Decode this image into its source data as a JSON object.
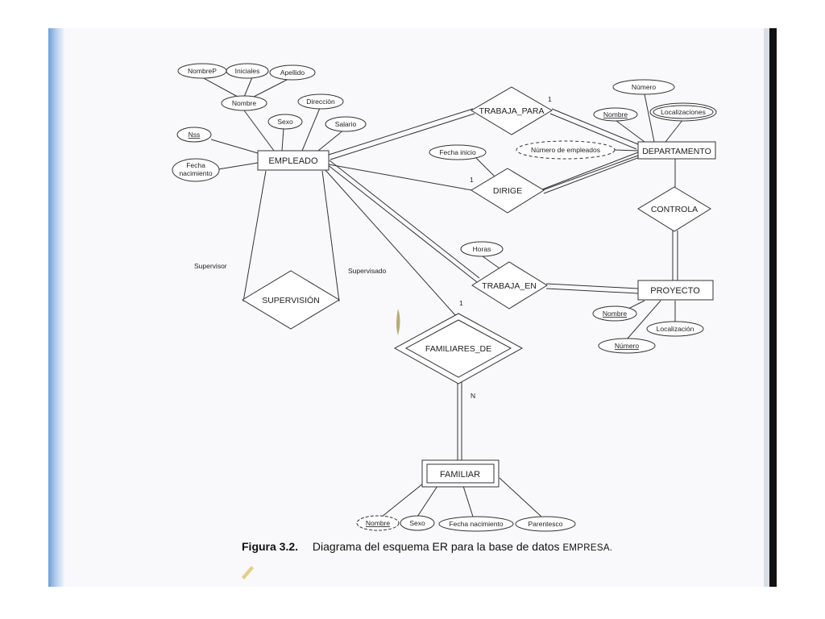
{
  "entities": {
    "empleado": "EMPLEADO",
    "departamento": "DEPARTAMENTO",
    "proyecto": "PROYECTO",
    "familiar": "FAMILIAR"
  },
  "relationships": {
    "trabaja_para": "TRABAJA_PARA",
    "dirige": "DIRIGE",
    "controla": "CONTROLA",
    "trabaja_en": "TRABAJA_EN",
    "supervision": "SUPERVISIÓN",
    "familiares_de": "FAMILIARES_DE"
  },
  "attributes": {
    "nombrep": "NombreP",
    "iniciales": "Iniciales",
    "apellido": "Apellido",
    "nombre_emp": "Nombre",
    "direccion": "Dirección",
    "sexo_emp": "Sexo",
    "salario": "Salario",
    "nss": "Nss",
    "fecha_nac_emp": [
      "Fecha",
      "nacimiento"
    ],
    "numero_dep": "Número",
    "nombre_dep": "Nombre",
    "localizaciones": "Localizaciones",
    "num_empleados": "Número de empleados",
    "fecha_inicio": "Fecha inicio",
    "horas": "Horas",
    "nombre_proy": "Nombre",
    "localizacion": "Localización",
    "numero_proy": "Número",
    "nombre_fam": "Nombre",
    "sexo_fam": "Sexo",
    "fecha_nac_fam": "Fecha nacimiento",
    "parentesco": "Parentesco"
  },
  "labels": {
    "supervisor": "Supervisor",
    "supervisado": "Supervisado",
    "card_trabaja_para": "1",
    "card_dirige": "1",
    "card_familiares_1": "1",
    "card_familiares_n": "N"
  },
  "caption": {
    "label": "Figura 3.2.",
    "text": "Diagrama del esquema ER para la base de datos",
    "db": "EMPRESA."
  }
}
